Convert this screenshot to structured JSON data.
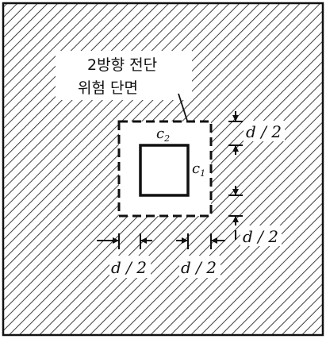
{
  "diagram": {
    "section_label_line1": "2방향 전단",
    "section_label_line2": "위험 단면",
    "c1_label": "c",
    "c1_sub": "1",
    "c2_label": "c",
    "c2_sub": "2",
    "d_half_right_top": "d / 2",
    "d_half_right_bottom": "d / 2",
    "d_half_bottom_left": "d / 2",
    "d_half_bottom_right": "d / 2"
  }
}
